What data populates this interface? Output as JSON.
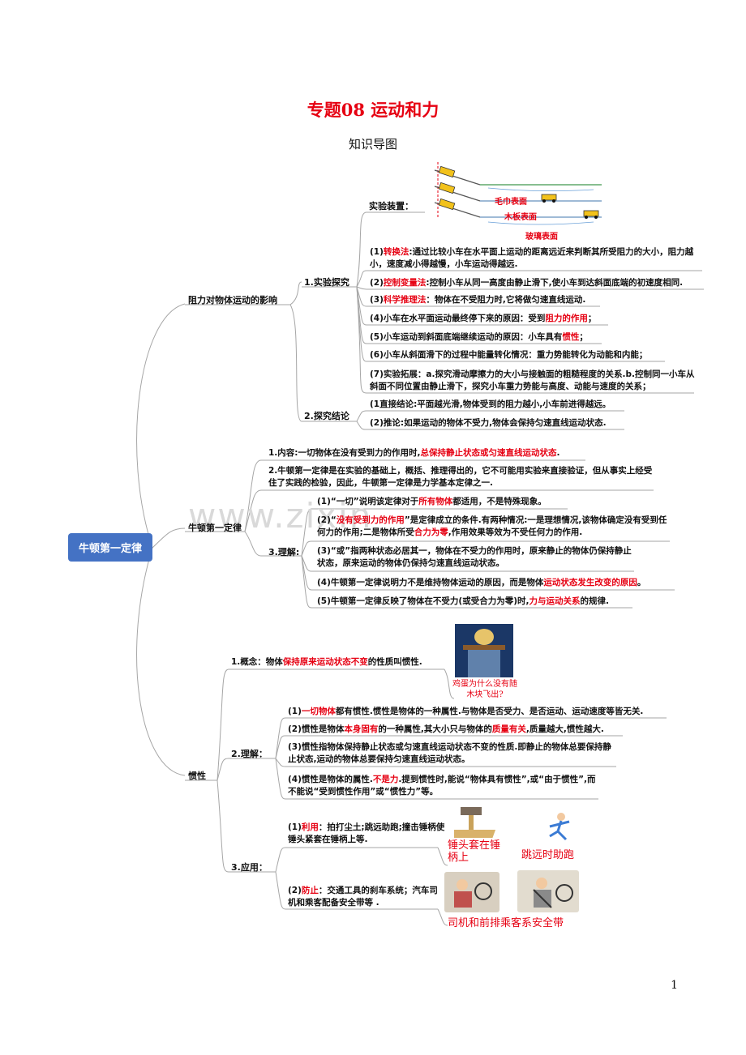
{
  "title": "专题08 运动和力",
  "subtitle": "知识导图",
  "root": "牛顿第一定律",
  "watermark": "www.zixin",
  "page_number": "1",
  "branch1": {
    "label": "阻力对物体运动的影响",
    "exp": {
      "label": "1.实验探究",
      "device_label": "实验装置：",
      "surfaces": [
        "毛巾表面",
        "木板表面",
        "玻璃表面"
      ],
      "items": [
        {
          "pre": "(1)",
          "red": "转换法",
          "post": ":通过比较小车在水平面上运动的距离远近来判断其所受阻力的大小，阻力越小，速度减小得越慢，小车运动得越远."
        },
        {
          "pre": "(2)",
          "red": "控制变量法",
          "post": ":控制小车从同一高度由静止滑下,使小车到达斜面底端的初速度相同."
        },
        {
          "pre": "(3)",
          "red": "科学推理法",
          "post": "：物体在不受阻力时,它将做匀速直线运动."
        },
        {
          "pre": "(4)小车在水平面运动最终停下来的原因：受到",
          "red": "阻力的作用",
          "post": "；"
        },
        {
          "pre": "(5)小车运动到斜面底端继续运动的原因：小车具有",
          "red": "惯性",
          "post": "；"
        },
        {
          "pre": "(6)小车从斜面滑下的过程中能量转化情况：重力势能转化为动能和内能；",
          "red": "",
          "post": ""
        },
        {
          "pre": "(7)实验拓展：a.探究滑动摩擦力的大小与接触面的粗糙程度的关系.b.控制同一小车从斜面不同位置由静止滑下，探究小车重力势能与高度、动能与速度的关系；",
          "red": "",
          "post": ""
        }
      ]
    },
    "conclusion": {
      "label": "2.探究结论",
      "items": [
        "(1直接结论:平面越光滑,物体受到的阻力越小,小车前进得越远。",
        "(2)推论:如果运动的物体不受力,物体会保持匀速直线运动状态."
      ]
    }
  },
  "branch2": {
    "label": "牛顿第一定律",
    "content": {
      "pre": "1.内容:一切物体在没有受到力的作用时,",
      "red": "总保持静止状态或匀速直线运动状态",
      "post": "."
    },
    "point2": "2.牛顿第一定律是在实验的基础上，概括、推理得出的，它不可能用实验来直接验证，但从事实上经受住了实践的检验，因此，牛顿第一定律是力学基本定律之一.",
    "understand": {
      "label": "3.理解:",
      "items": [
        {
          "pre": "(1)“一切”说明该定律对于",
          "red": "所有物体",
          "post": "都适用，不是特殊现象。"
        },
        {
          "pre": "(2)“",
          "red": "没有受到力的作用",
          "post": "”是定律成立的条件.有两种情况:一是理想情况,该物体确定没有受到任何力的作用;二是物体所受",
          "red2": "合力为零",
          "post2": ",作用效果等效为不受任何力的作用."
        },
        {
          "pre": "(3)“或”指两种状态必居其一，物体在不受力的作用时，原来静止的物体仍保持静止状态，原来运动的物体仍保持匀速直线运动状态。",
          "red": "",
          "post": ""
        },
        {
          "pre": "(4)牛顿第一定律说明力不是维持物体运动的原因，而是物体",
          "red": "运动状态发生改变的原因",
          "post": "。"
        },
        {
          "pre": "(5)牛顿第一定律反映了物体在不受力(或受合力为零)时,",
          "red": "力与运动关系",
          "post": "的规律."
        }
      ]
    }
  },
  "branch3": {
    "label": "惯性",
    "concept": {
      "pre": "1.概念：物体",
      "red": "保持原来运动状态不变",
      "post": "的性质叫惯性."
    },
    "egg_caption": "鸡蛋为什么没有随木块飞出?",
    "understand": {
      "label": "2.理解：",
      "items": [
        {
          "pre": "(1)",
          "red": "一切物体",
          "post": "都有惯性.惯性是物体的一种属性.与物体是否受力、是否运动、运动速度等皆无关."
        },
        {
          "pre": "(2)惯性是物体",
          "red": "本身固有",
          "post": "的一种属性,其大小只与物体的",
          "red2": "质量有关",
          "post2": ",质量越大,惯性越大."
        },
        {
          "pre": "(3)惯性指物体保持静止状态或匀速直线运动状态不变的性质.即静止的物体总要保持静止状态,运动的物体总要保持匀速直线运动状态。",
          "red": "",
          "post": ""
        },
        {
          "pre": "(4)惯性是物体的属性.",
          "red": "不是力",
          "post": ".提到惯性时,能说“物体具有惯性”,或“由于惯性”,而不能说“受到惯性作用”或“惯性力”等。"
        }
      ]
    },
    "apply": {
      "label": "3.应用：",
      "use": {
        "pre": "(1)",
        "red": "利用",
        "post": "：拍打尘土;跳远助跑;撞击锤柄使锤头紧套在锤柄上等."
      },
      "prevent": {
        "pre": "(2)",
        "red": "防止",
        "post": "：交通工具的刹车系统；汽车司机和乘客配备安全带等 ."
      },
      "captions": [
        "锤头套在锤柄上",
        "跳远时助跑",
        "司机和前排乘客系安全带"
      ]
    }
  }
}
